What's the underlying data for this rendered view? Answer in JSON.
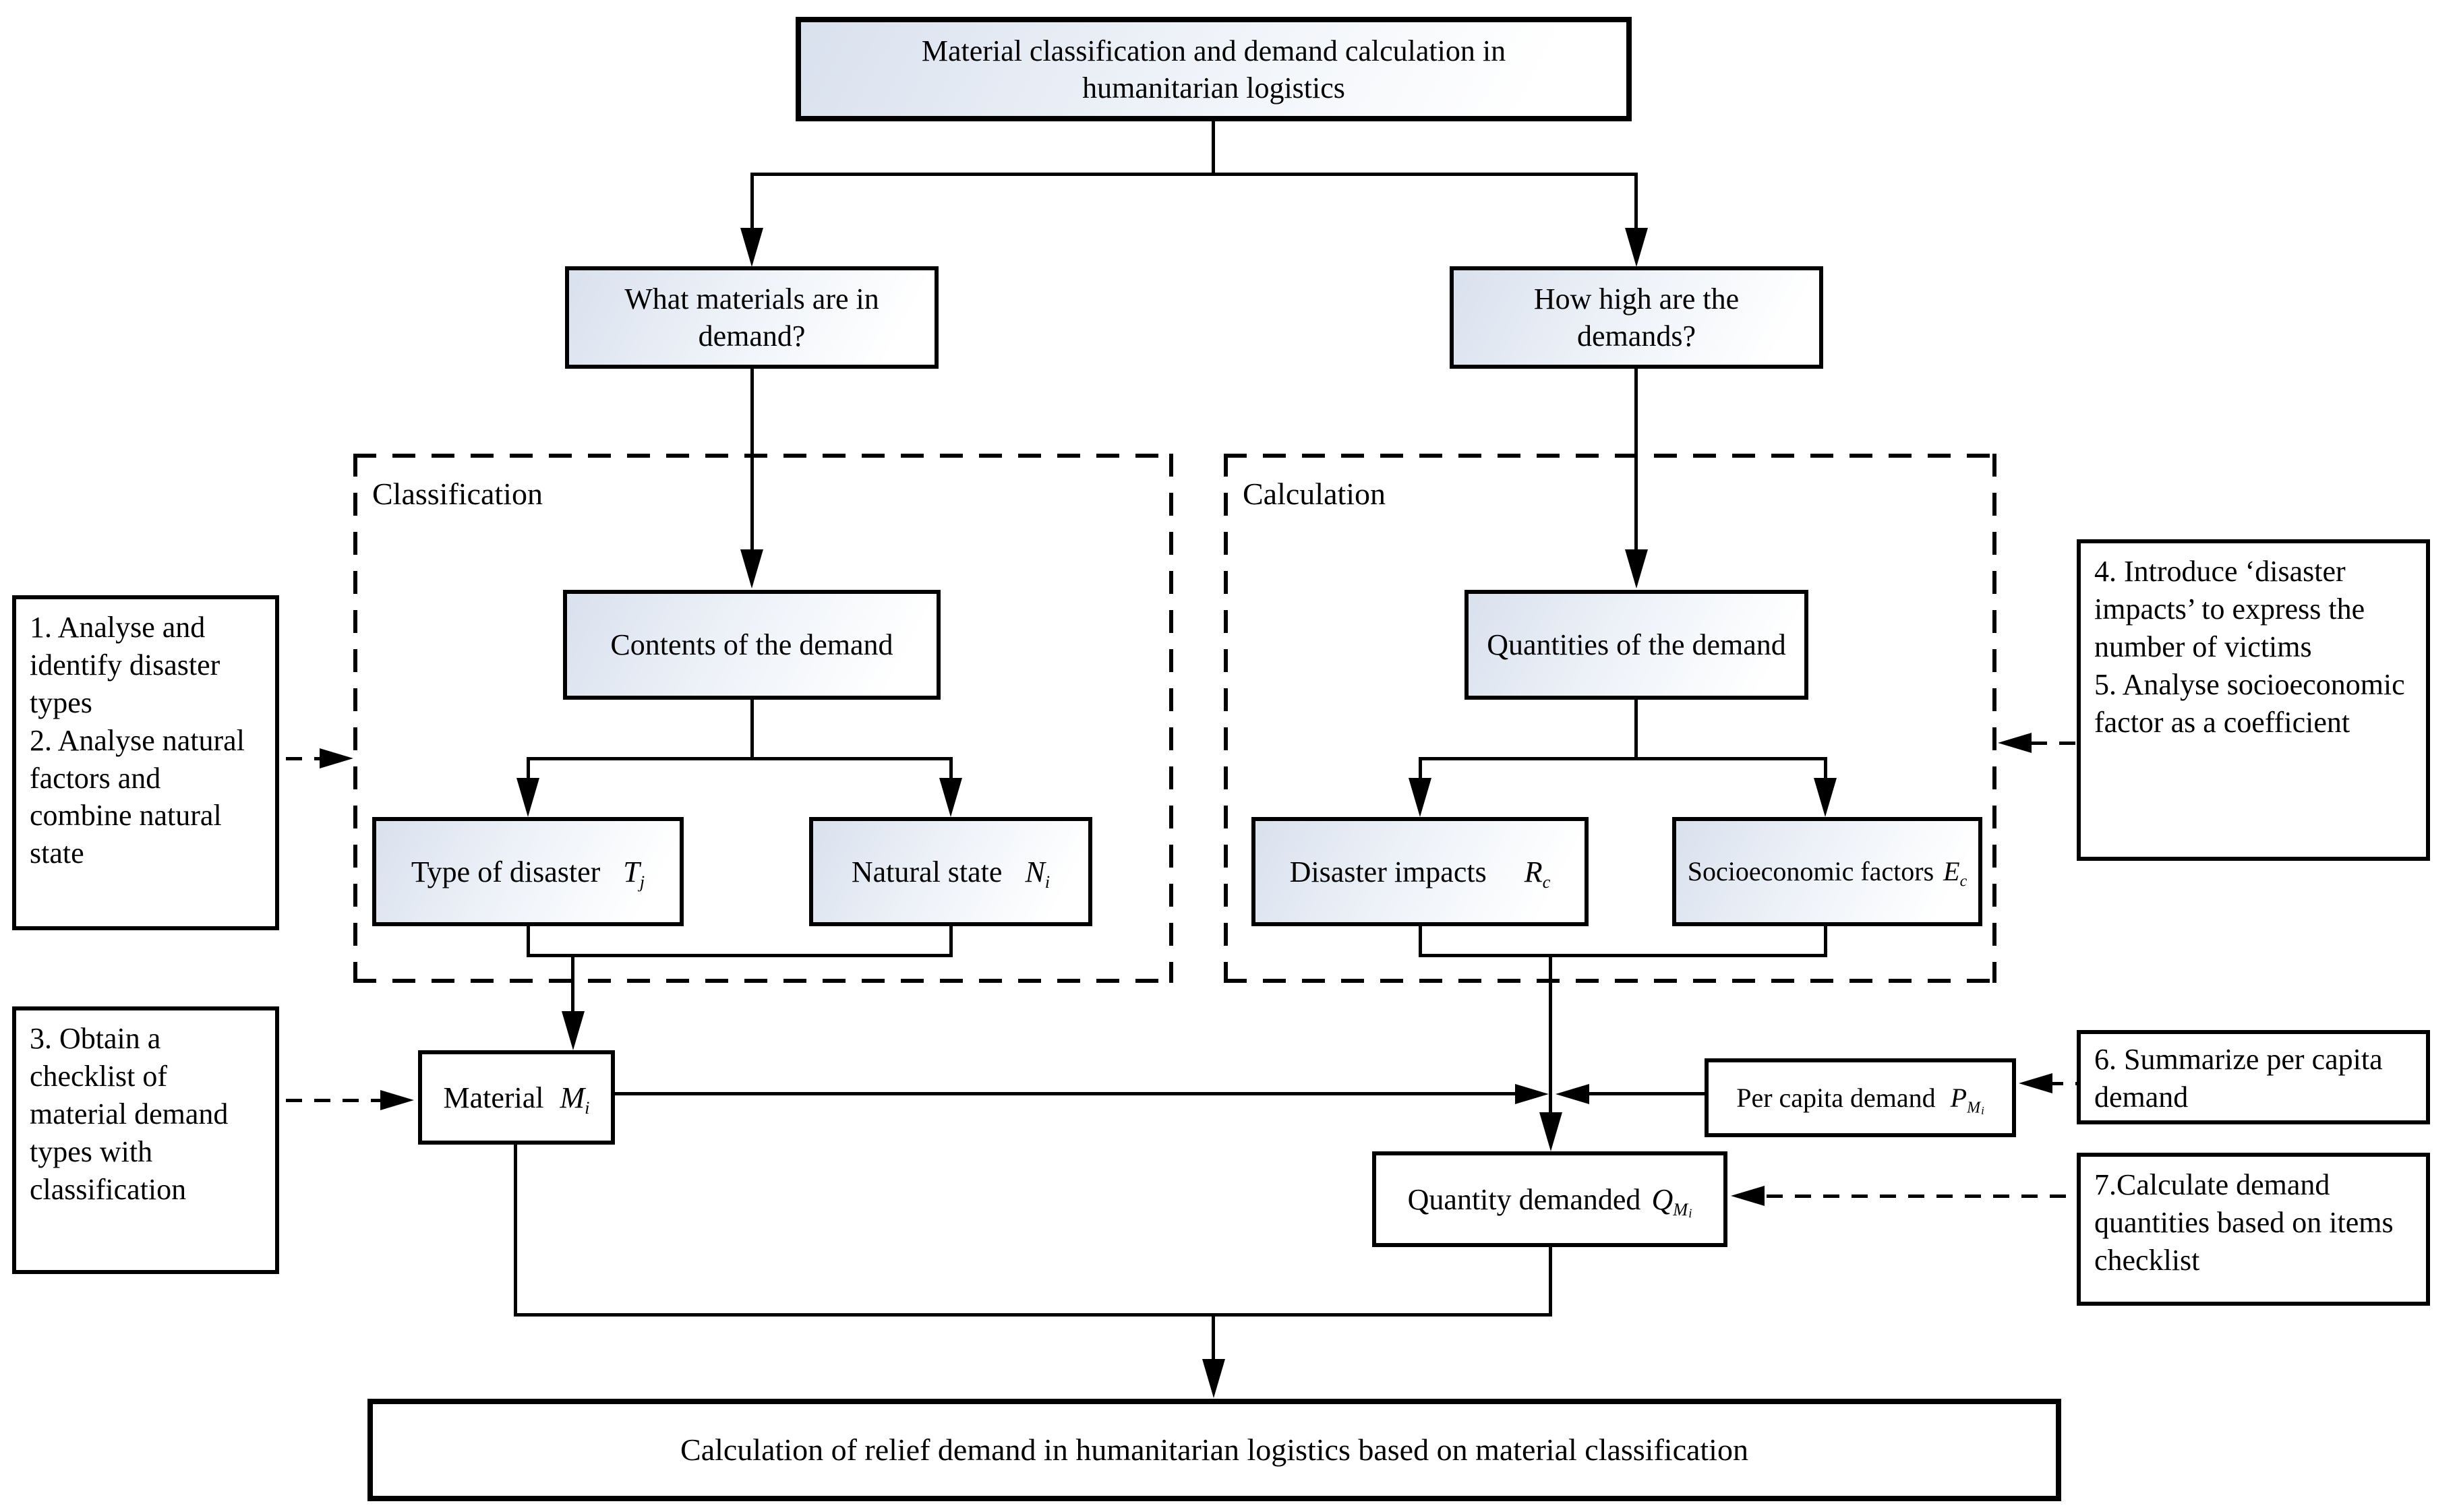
{
  "nodes": {
    "title": "Material classification and demand calculation in humanitarian logistics",
    "q_left": "What materials are in demand?",
    "q_right": "How high are the demands?",
    "contents": "Contents of the demand",
    "quantities": "Quantities of the demand",
    "type": {
      "text": "Type of disaster",
      "sym": {
        "base": "T",
        "sub": "j"
      }
    },
    "natural": {
      "text": "Natural state",
      "sym": {
        "base": "N",
        "sub": "i"
      }
    },
    "disaster": {
      "text": "Disaster impacts",
      "sym": {
        "base": "R",
        "sub": "c"
      }
    },
    "socio": {
      "text": "Socioeconomic factors",
      "sym": {
        "base": "E",
        "sub": "c"
      }
    },
    "material": {
      "text": "Material",
      "sym": {
        "base": "M",
        "sub": "i"
      }
    },
    "percapita": {
      "text": "Per capita demand",
      "sym": {
        "base": "P",
        "sub": "M",
        "subsub": "i"
      }
    },
    "quantity": {
      "text": "Quantity demanded",
      "sym": {
        "base": "Q",
        "sub": "M",
        "subsub": "i"
      }
    },
    "bottom": "Calculation of relief demand in humanitarian logistics based on material classification"
  },
  "groups": {
    "classification": "Classification",
    "calculation": "Calculation"
  },
  "notes": {
    "left_top": {
      "item1": "1. Analyse and identify disaster types",
      "item2": "2. Analyse natural factors and combine natural state"
    },
    "left_bottom": {
      "item3": "3. Obtain a checklist of material demand types with classification"
    },
    "right_top": {
      "item4": "4. Introduce ‘disaster impacts’ to express the number of victims",
      "item5": "5. Analyse socioeconomic factor as a coefficient"
    },
    "right_mid": {
      "item6": "6. Summarize per capita demand"
    },
    "right_bottom": {
      "item7": "7.Calculate demand quantities based on items checklist"
    }
  },
  "colors": {
    "line": "#000000",
    "background": "#ffffff",
    "node_fill_start": "#d9e1ee",
    "node_fill_end": "#ffffff"
  }
}
